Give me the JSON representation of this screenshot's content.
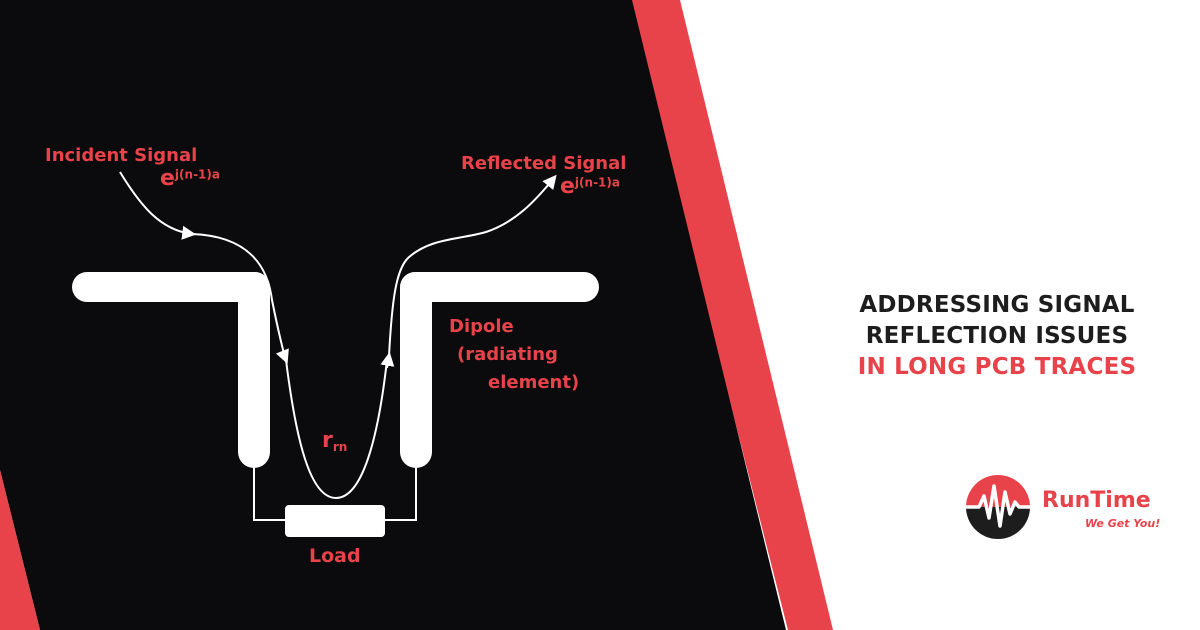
{
  "diagram": {
    "incident_label": "Incident Signal",
    "incident_exp_base": "e",
    "incident_exp_sup": "j(n-1)a",
    "reflected_label": "Reflected Signal",
    "reflected_exp_base": "e",
    "reflected_exp_sup": "j(n-1)a",
    "dipole_label_1": "Dipole",
    "dipole_label_2": "(radiating",
    "dipole_label_3": "element)",
    "r_base": "r",
    "r_sub": "rn",
    "load_label": "Load"
  },
  "title": {
    "line1": "ADDRESSING SIGNAL",
    "line2": "REFLECTION ISSUES",
    "line3": "IN LONG PCB TRACES"
  },
  "logo": {
    "name": "RunTime",
    "tagline": "We Get You!"
  },
  "colors": {
    "accent": "#e8434a",
    "panel": "#0b0a0c",
    "text_dark": "#1d1d1d",
    "background": "#ffffff"
  }
}
